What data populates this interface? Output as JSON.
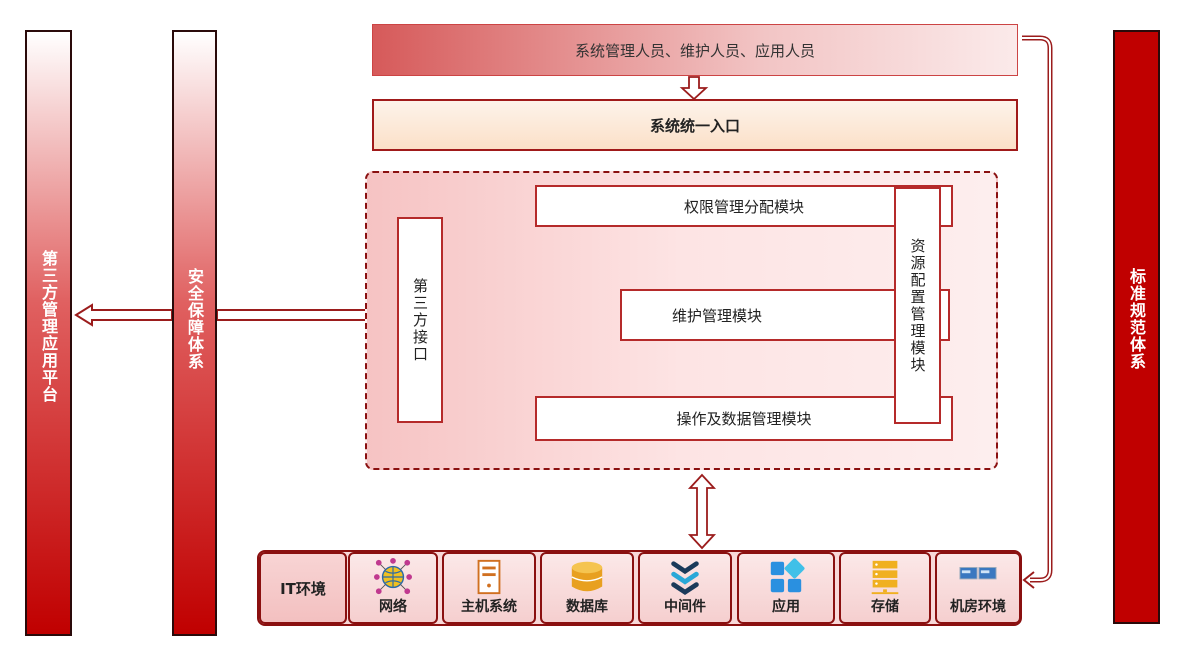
{
  "left_platform": "第三方管理应用平台",
  "security": "安全保障体系",
  "standard": "标准规范体系",
  "users": "系统管理人员、维护人员、应用人员",
  "entry": "系统统一入口",
  "third_party_interface": "第三方接口",
  "modules": {
    "permission": "权限管理分配模块",
    "maintenance": "维护管理模块",
    "operation": "操作及数据管理模块",
    "resource": "资源配置管理模块"
  },
  "it": {
    "title": "IT环境",
    "items": [
      {
        "label": "网络",
        "icon": "network-globe-icon"
      },
      {
        "label": "主机系统",
        "icon": "host-document-icon"
      },
      {
        "label": "数据库",
        "icon": "database-cylinder-icon"
      },
      {
        "label": "中间件",
        "icon": "middleware-layers-icon"
      },
      {
        "label": "应用",
        "icon": "apps-grid-icon"
      },
      {
        "label": "存储",
        "icon": "storage-server-icon"
      },
      {
        "label": "机房环境",
        "icon": "datacenter-rack-icon"
      }
    ]
  },
  "colors": {
    "primary_red": "#c00000",
    "dark_red": "#8a1010",
    "pale_pink": "#fde6e6"
  }
}
